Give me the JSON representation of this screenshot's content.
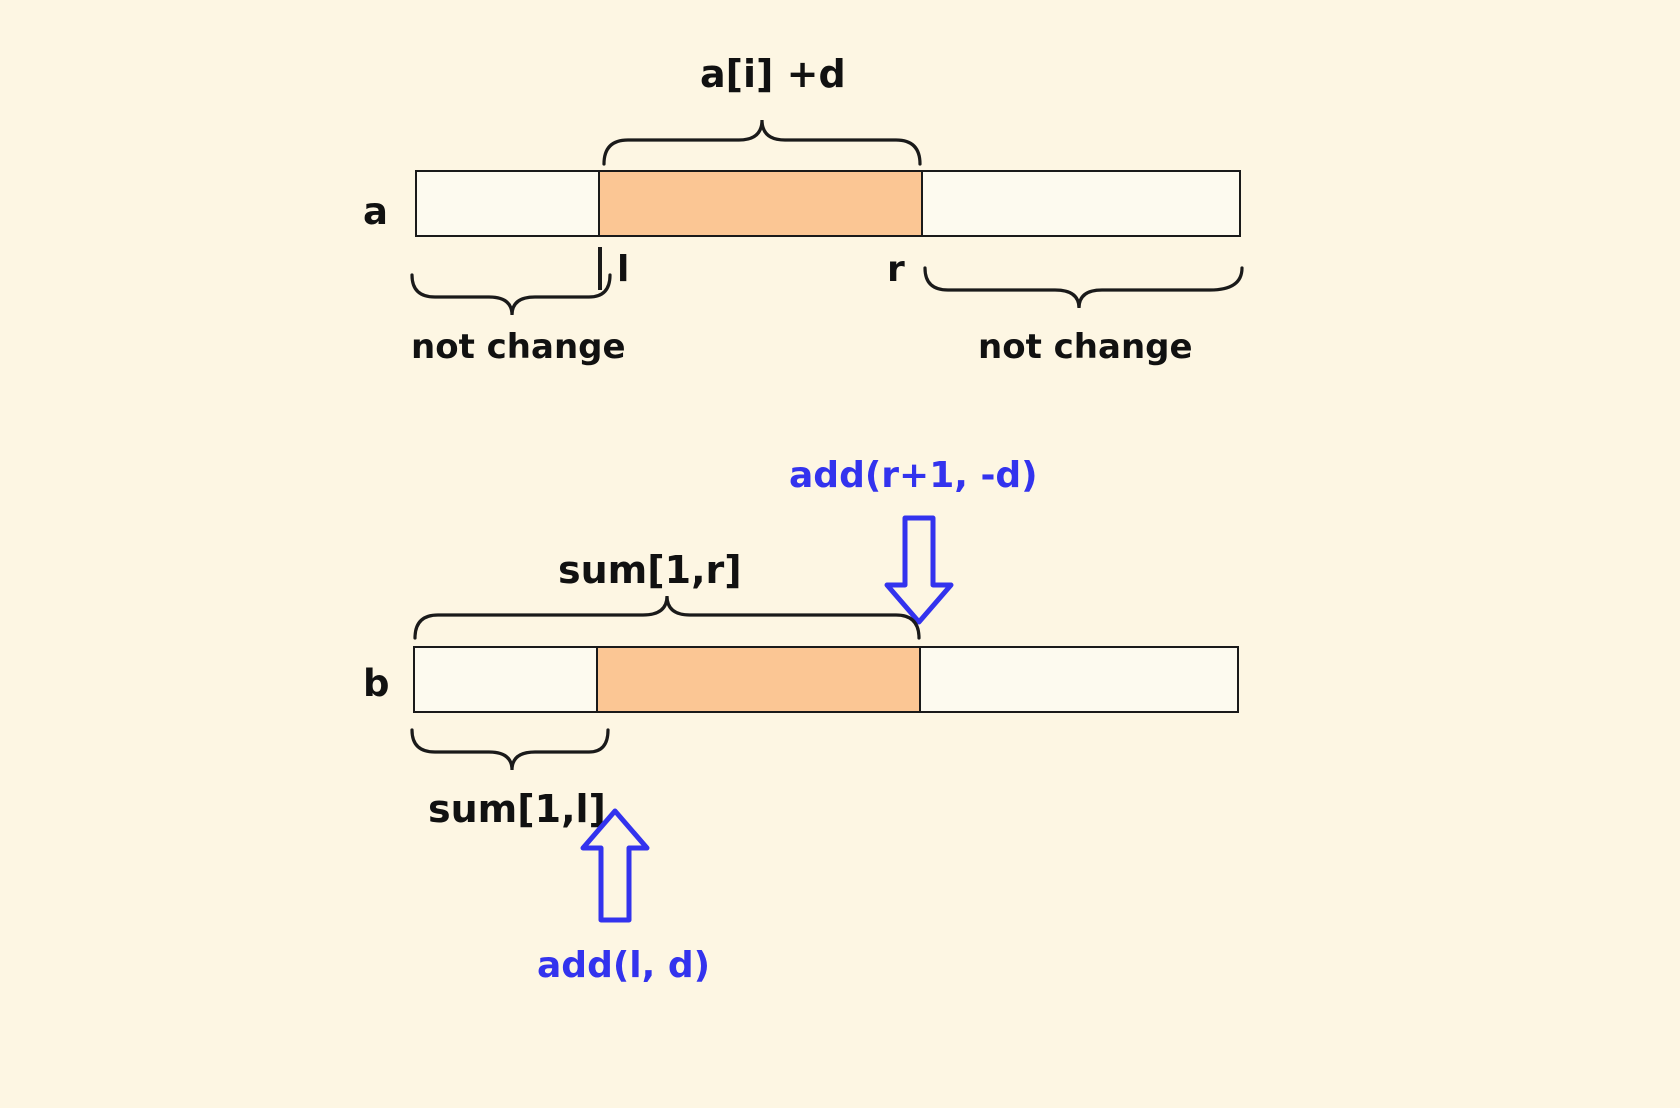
{
  "diagram": {
    "title_semantics": "fenwick-difference-array-range-update",
    "background_color": "#fdf6e3",
    "highlight_color": "#fbc694",
    "stroke_color": "#1a1a1a",
    "accent_color": "#3333ee"
  },
  "array_a": {
    "name": "a",
    "top_brace_label": "a[i] +d",
    "left_marker": "l",
    "right_marker": "r",
    "left_brace_label": "not change",
    "right_brace_label": "not change"
  },
  "array_b": {
    "name": "b",
    "top_brace_label": "sum[1,r]",
    "bottom_brace_label": "sum[1,l]",
    "op_top": "add(r+1, -d)",
    "op_bottom": "add(l, d)"
  },
  "icons": {
    "arrow_down": "arrow-down-outline-icon",
    "arrow_up": "arrow-up-outline-icon",
    "brace_down": "curly-brace-down-icon",
    "brace_up": "curly-brace-up-icon"
  }
}
